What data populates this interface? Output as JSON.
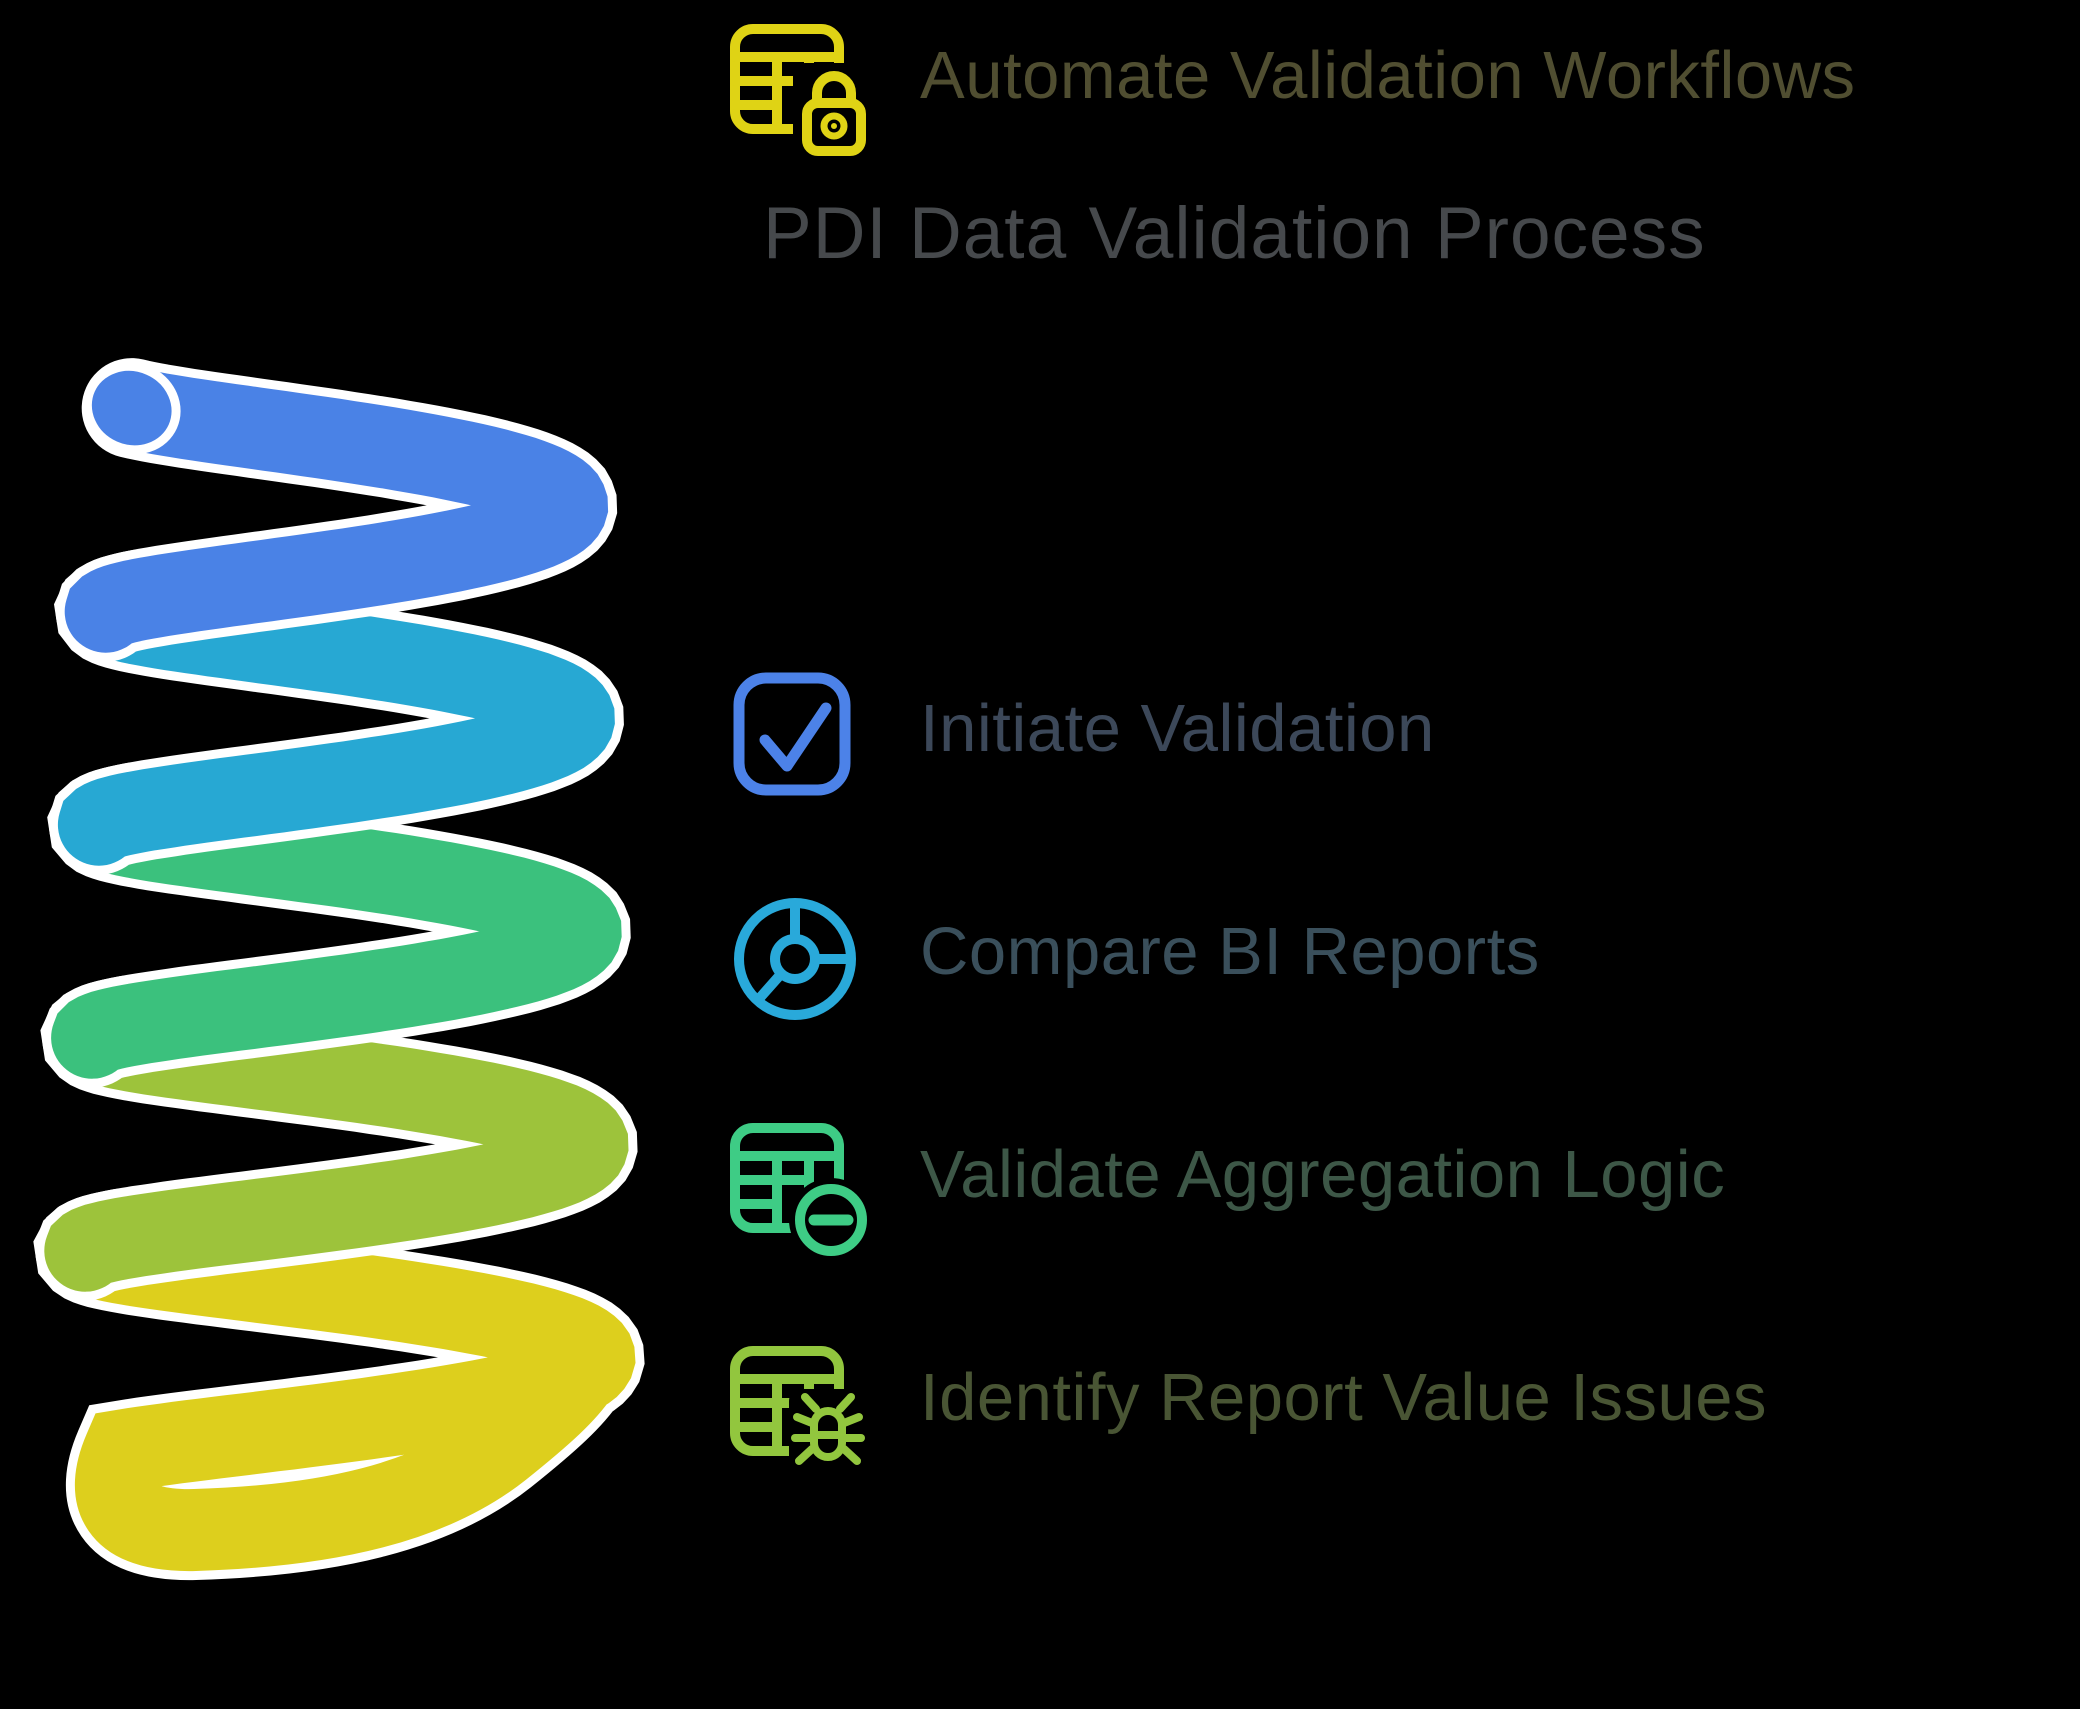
{
  "page": {
    "background": "#000000"
  },
  "title": {
    "text": "PDI Data Validation Process",
    "color": "#46494c"
  },
  "steps": [
    {
      "label": "Initiate Validation",
      "icon": "checkbox-check-icon",
      "accent": "#4c82e8",
      "text_color": "#3c4859"
    },
    {
      "label": "Compare BI Reports",
      "icon": "pie-chart-icon",
      "accent": "#29a9da",
      "text_color": "#3a4f5b"
    },
    {
      "label": "Validate Aggregation Logic",
      "icon": "table-minus-icon",
      "accent": "#3ecc85",
      "text_color": "#3d5747"
    },
    {
      "label": "Identify Report Value Issues",
      "icon": "table-bug-icon",
      "accent": "#92c63e",
      "text_color": "#495534"
    },
    {
      "label": "Automate Validation Workflows",
      "icon": "table-lock-icon",
      "accent": "#dfd315",
      "text_color": "#504e31"
    }
  ],
  "spiral": {
    "description": "five-turn coil, one turn per process step, top to bottom",
    "colors": [
      "#4a82e6",
      "#27a8d3",
      "#3bc17d",
      "#9dc33b",
      "#ddcf1d"
    ],
    "outline": "#ffffff"
  }
}
